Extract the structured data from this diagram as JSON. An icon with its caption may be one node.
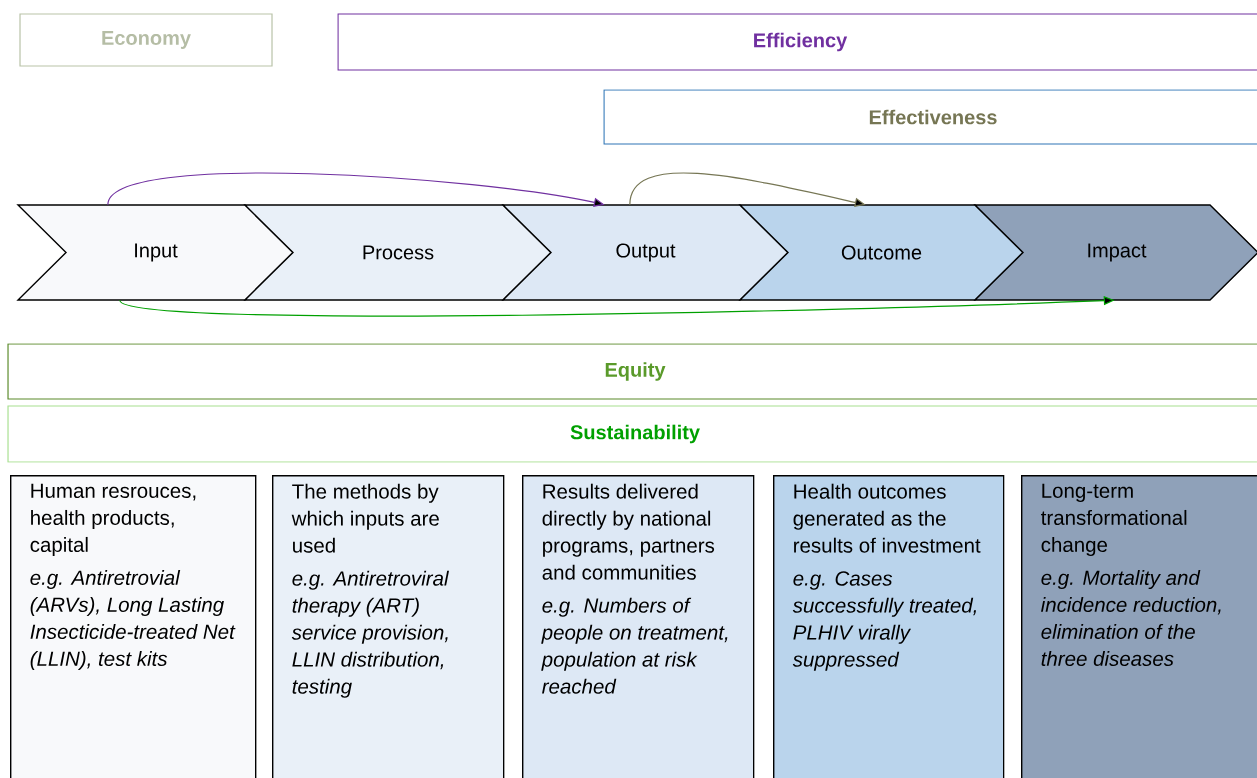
{
  "diagram": {
    "nodes": [
      {
        "text": [
          "Economy"
        ]
      },
      {
        "text": [
          "Efficiency"
        ]
      },
      {
        "text": [
          "Effectiveness"
        ]
      },
      {
        "text": [
          "Input"
        ]
      },
      {
        "text": [
          "Process"
        ]
      },
      {
        "text": [
          "Output"
        ]
      },
      {
        "text": [
          "Outcome"
        ]
      },
      {
        "text": [
          "Impact"
        ]
      },
      {
        "text": [
          "Equity"
        ]
      },
      {
        "text": [
          "Sustainability"
        ]
      },
      {
        "text": [
          "Human resrouces, health products, capital",
          "e.g. Antiretrovial (ARVs), Long Lasting Insecticide-treated Net (LLIN), test kits"
        ]
      },
      {
        "text": [
          "The methods by which inputs are used",
          "e.g. Antiretroviral therapy (ART) service provision, LLIN distribution, testing"
        ]
      },
      {
        "text": [
          "Results delivered directly by national programs, partners and communities",
          "e.g. Numbers of people on treatment, population at risk reached"
        ]
      },
      {
        "text": [
          "Health outcomes generated as the results of investment",
          "e.g. Cases successfully treated, PLHIV virally suppressed"
        ]
      },
      {
        "text": [
          "Long-term transformational change",
          "e.g. Mortality and incidence reduction, elimination of the three diseases"
        ]
      }
    ],
    "edges": [
      {
        "from": 3,
        "to": 5,
        "arrow": "to",
        "color": "#7030a0"
      },
      {
        "from": 5,
        "to": 6,
        "arrow": "to",
        "color": "#767654"
      },
      {
        "from": 3,
        "to": 7,
        "arrow": "to",
        "color": "#00a000"
      }
    ]
  }
}
